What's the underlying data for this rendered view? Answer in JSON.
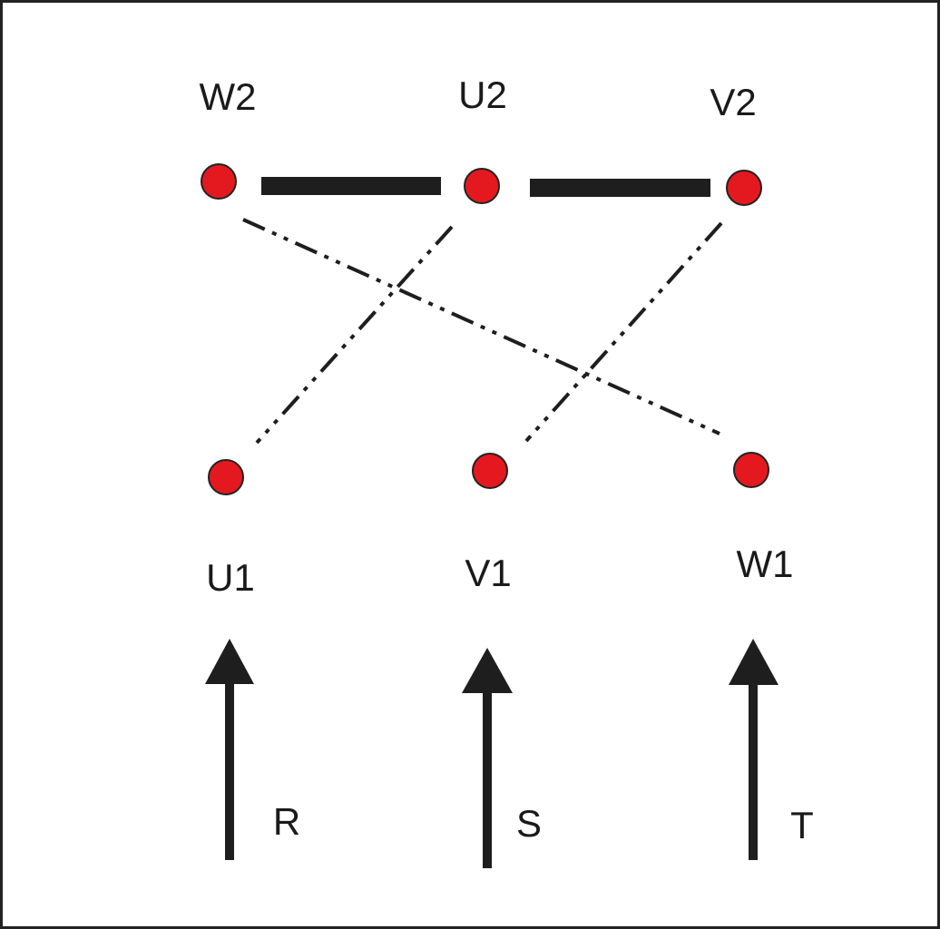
{
  "colors": {
    "frame": "#222222",
    "terminal_fill": "#e3191f",
    "bridge": "#1e1e1e",
    "dashed_link": "#1e1e1e",
    "arrow": "#1e1e1e"
  },
  "terminals": {
    "w2": "W2",
    "u2": "U2",
    "v2": "V2",
    "u1": "U1",
    "v1": "V1",
    "w1": "W1"
  },
  "bridges": [
    {
      "from": "W2",
      "to": "U2",
      "style": "solid-thick"
    },
    {
      "from": "U2",
      "to": "V2",
      "style": "solid-thick"
    }
  ],
  "winding_links": [
    {
      "from": "W2",
      "to": "W1",
      "style": "dash-dot-dot"
    },
    {
      "from": "U2",
      "to": "U1",
      "style": "dash-dot-dot"
    },
    {
      "from": "V2",
      "to": "V1",
      "style": "dash-dot-dot"
    }
  ],
  "supply": {
    "r": "R",
    "s": "S",
    "t": "T"
  }
}
